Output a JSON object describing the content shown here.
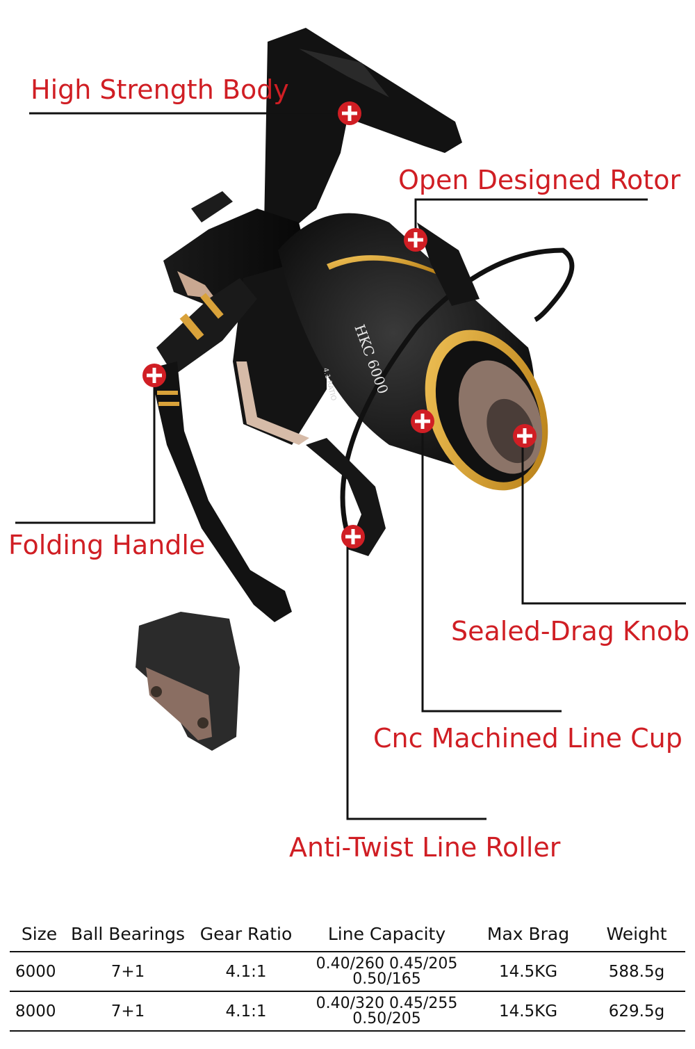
{
  "callouts": {
    "high_strength_body": "High Strength Body",
    "open_designed_rotor": "Open Designed Rotor",
    "folding_handle": "Folding Handle",
    "sealed_drag_knob": "Sealed-Drag Knob",
    "cnc_machined_line_cup": "Cnc Machined Line Cup",
    "anti_twist_line_roller": "Anti-Twist Line Roller"
  },
  "product": {
    "spool_text": "HKC 6000",
    "ratio_text": "4.1 RATIO"
  },
  "specs": {
    "headers": [
      "Size",
      "Ball Bearings",
      "Gear Ratio",
      "Line Capacity",
      "Max Brag",
      "Weight"
    ],
    "rows": [
      {
        "size": "6000",
        "bearings": "7+1",
        "ratio": "4.1:1",
        "cap1": "0.40/260 0.45/205",
        "cap2": "0.50/165",
        "drag": "14.5KG",
        "weight": "588.5g"
      },
      {
        "size": "8000",
        "bearings": "7+1",
        "ratio": "4.1:1",
        "cap1": "0.40/320 0.45/255",
        "cap2": "0.50/205",
        "drag": "14.5KG",
        "weight": "629.5g"
      }
    ]
  },
  "colors": {
    "callout": "#d01e24",
    "marker": "#d01e24",
    "spool_accent": "#e0a020"
  }
}
